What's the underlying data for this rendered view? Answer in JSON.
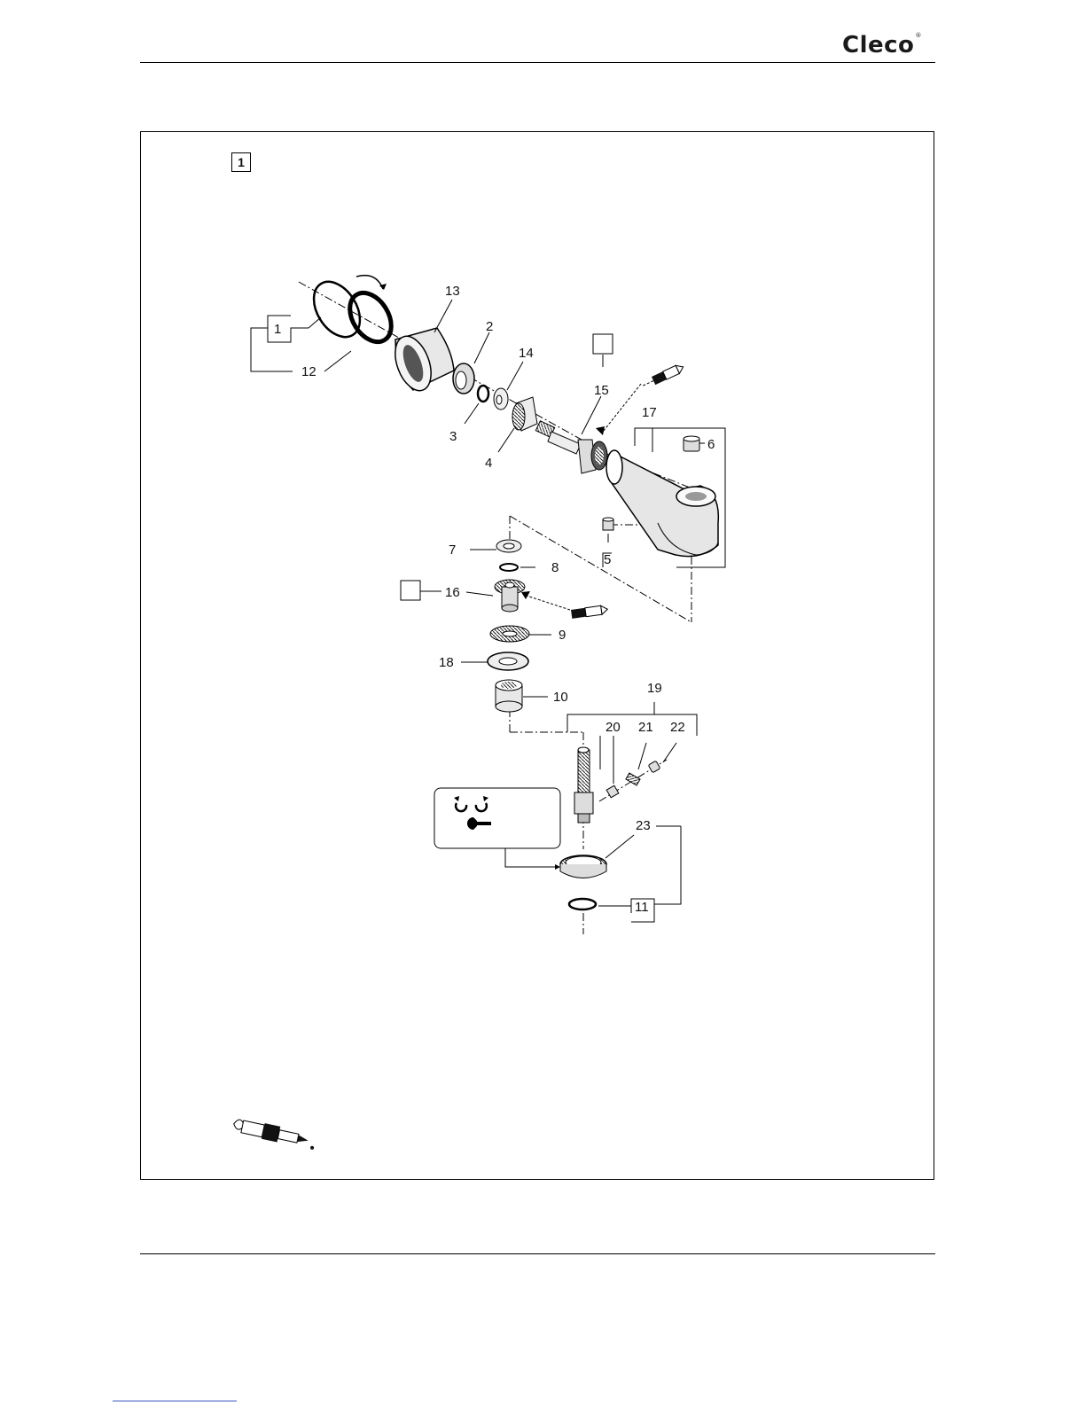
{
  "header": {
    "brand": "Cleco",
    "brand_mark": "®"
  },
  "figure": {
    "ref_marker": "1",
    "part_labels": [
      "1",
      "12",
      "13",
      "2",
      "14",
      "3",
      "4",
      "15",
      "17",
      "6",
      "5",
      "7",
      "8",
      "16",
      "9",
      "18",
      "10",
      "19",
      "20",
      "21",
      "22",
      "23",
      "11"
    ]
  },
  "icons": {
    "grease-gun": "grease-gun-icon",
    "rotation": "rotation-arrows-icon",
    "wrench": "wrench-icon"
  },
  "colors": {
    "line": "#000000",
    "part_fill": "#e6e6e6",
    "part_dark": "#1a1a1a"
  }
}
